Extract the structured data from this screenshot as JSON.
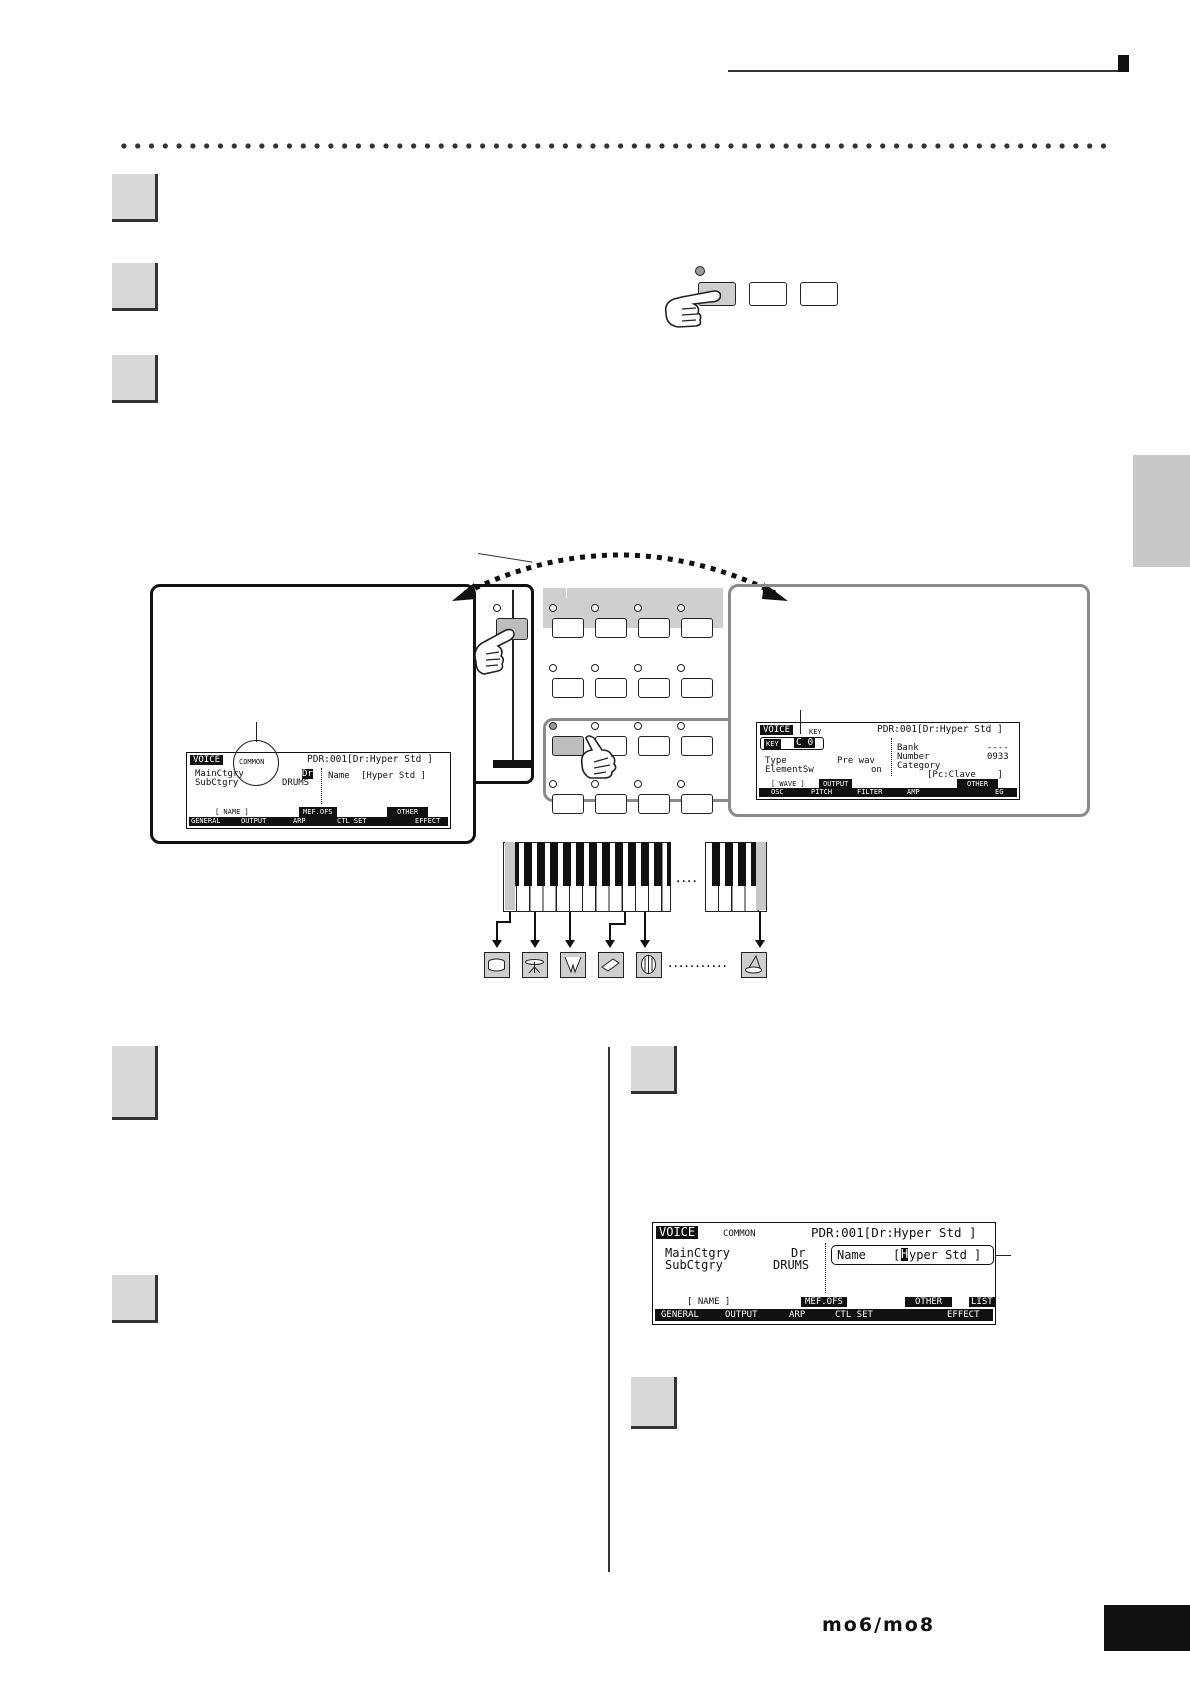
{
  "footer": {
    "logo": "mo6/mo8"
  },
  "voice_common_screen": {
    "voice_tag": "VOICE",
    "mode_tag": "COMMON",
    "program": "PDR:001[Dr:Hyper Std ]",
    "main_ctgry_label": "MainCtgry",
    "main_ctgry_value": "Dr",
    "sub_ctgry_label": "SubCtgry",
    "sub_ctgry_value": "DRUMS",
    "name_label": "Name",
    "name_value": "[Hyper Std ]",
    "name_first_char": "H",
    "name_rest": "yper Std ]",
    "name_open": "[",
    "soft_name": "[ NAME ]",
    "soft_mef": "MEF.OFS",
    "soft_other": "OTHER",
    "soft_list": "LIST",
    "tabs": [
      "GENERAL",
      "OUTPUT",
      "ARP",
      "CTL SET",
      "EFFECT"
    ]
  },
  "voice_key_screen": {
    "voice_tag": "VOICE",
    "mode_tag": "KEY",
    "program": "PDR:001[Dr:Hyper Std ]",
    "key_tag": "KEY",
    "key_value": "C 0",
    "type_label": "Type",
    "type_value": "Pre wav",
    "elementsw_label": "ElementSw",
    "elementsw_value": "on",
    "bank_label": "Bank",
    "bank_value": "----",
    "number_label": "Number",
    "number_value": "0933",
    "category_label": "Category",
    "category_value": "[Pc:Clave    ]",
    "soft_wave": "[ WAVE ]",
    "soft_output": "OUTPUT",
    "soft_other": "OTHER",
    "tabs": [
      "OSC",
      "PITCH",
      "FILTER",
      "AMP",
      "EG"
    ]
  },
  "keyboard": {
    "gap_dots": "....",
    "arrow_dots": "..........."
  },
  "drum_icons": [
    "bass-drum-icon",
    "cymbal-icon",
    "cowbell-icon",
    "woodblock-icon",
    "snare-drum-icon",
    "triangle-icon"
  ]
}
